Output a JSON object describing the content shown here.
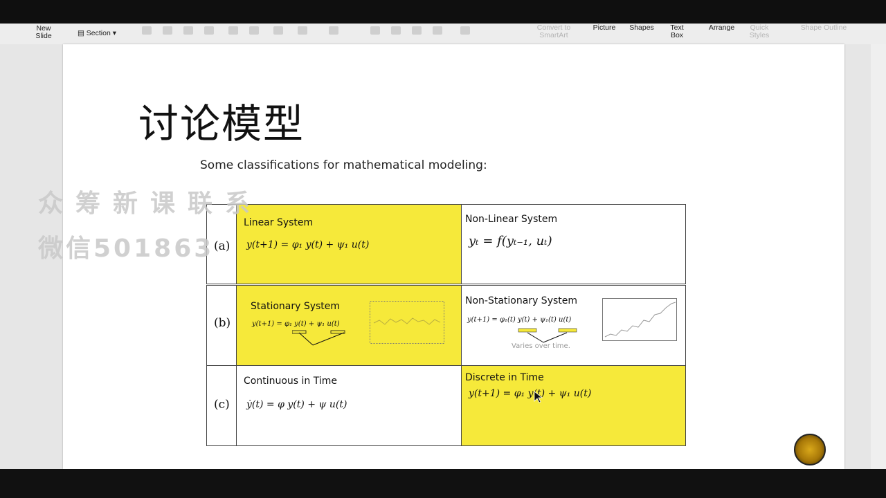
{
  "ribbon": {
    "new_slide": "New Slide",
    "section": "Section",
    "convert": "Convert to SmartArt",
    "picture": "Picture",
    "shapes": "Shapes",
    "text_box": "Text Box",
    "arrange": "Arrange",
    "quick_styles": "Quick Styles",
    "shape_outline": "Shape Outline"
  },
  "slide": {
    "title": "讨论模型",
    "subtitle": "Some classifications for mathematical modeling:",
    "watermark_line1": "众筹新课联系",
    "watermark_line2": "微信501863"
  },
  "table": {
    "rows": [
      {
        "label": "(a)",
        "left": {
          "title": "Linear System",
          "formula": "y(t+1) = φ₁ y(t) + ψ₁ u(t)",
          "highlight": true
        },
        "right": {
          "title": "Non-Linear System",
          "formula": "yₜ = f(yₜ₋₁, uₜ)",
          "highlight": false
        }
      },
      {
        "label": "(b)",
        "left": {
          "title": "Stationary System",
          "formula": "y(t+1) = φ₁ y(t) + ψ₁ u(t)",
          "highlight": true
        },
        "right": {
          "title": "Non-Stationary System",
          "formula": "y(t+1) = φ₁(t) y(t) + ψ₁(t) u(t)",
          "note": "Varies over time.",
          "highlight": false
        }
      },
      {
        "label": "(c)",
        "left": {
          "title": "Continuous in Time",
          "formula": "ẏ(t) = φ y(t) + ψ u(t)",
          "highlight": false
        },
        "right": {
          "title": "Discrete in Time",
          "formula": "y(t+1) = φ₁ y(t) + ψ₁ u(t)",
          "highlight": true
        }
      }
    ]
  },
  "colors": {
    "highlight": "#f6e93a",
    "border": "#444444"
  }
}
